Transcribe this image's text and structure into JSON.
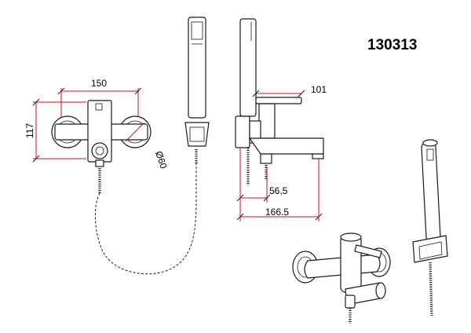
{
  "model_number": "130313",
  "dimensions": {
    "width_label": "150",
    "height_label": "117",
    "diameter_label": "Ø60",
    "handle_projection_label": "101",
    "outlet_label": "56,5",
    "depth_label": "166.5"
  },
  "colors": {
    "dimension_line": "#c8102e",
    "ink": "#1a1a1a",
    "background": "#ffffff"
  }
}
